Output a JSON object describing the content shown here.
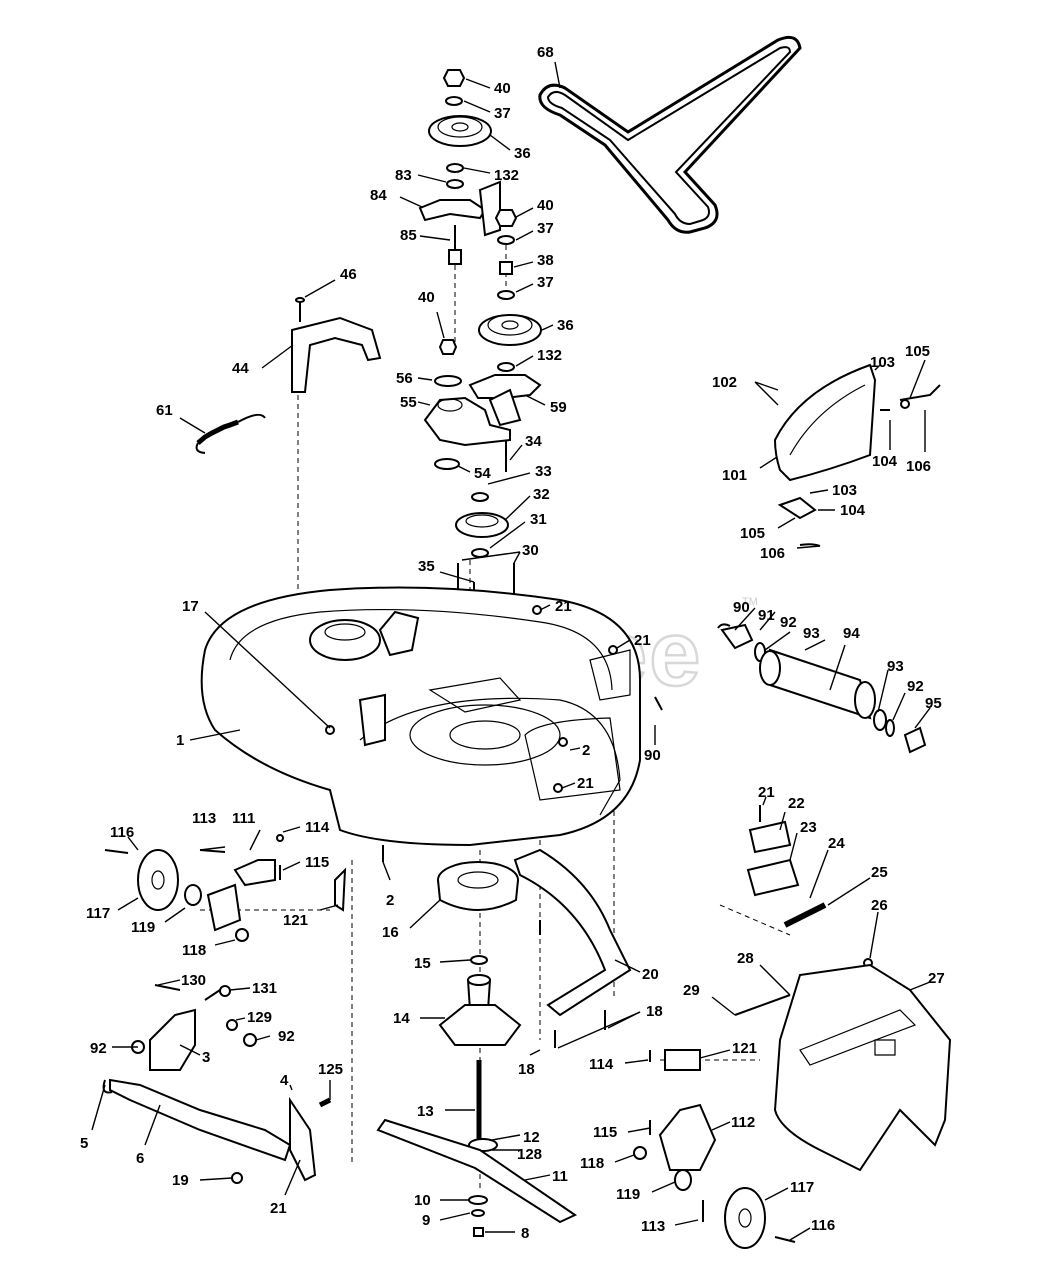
{
  "watermark": {
    "text": "PartsTree",
    "trademark": "TM"
  },
  "callouts": {
    "c40a": "40",
    "c37a": "37",
    "c36a": "36",
    "c132a": "132",
    "c83": "83",
    "c84": "84",
    "c85": "85",
    "c40b": "40",
    "c37b": "37",
    "c38": "38",
    "c37c": "37",
    "c36b": "36",
    "c132b": "132",
    "c68": "68",
    "c46": "46",
    "c44": "44",
    "c61": "61",
    "c40c": "40",
    "c56": "56",
    "c55": "55",
    "c59": "59",
    "c34": "34",
    "c54": "54",
    "c33": "33",
    "c32": "32",
    "c31": "31",
    "c30": "30",
    "c35": "35",
    "c102": "102",
    "c103a": "103",
    "c105a": "105",
    "c101": "101",
    "c104a": "104",
    "c106a": "106",
    "c103b": "103",
    "c104b": "104",
    "c105b": "105",
    "c106b": "106",
    "c17": "17",
    "c1": "1",
    "c21a": "21",
    "c21b": "21",
    "c2a": "2",
    "c21c": "21",
    "c90a": "90",
    "c91": "91",
    "c92a": "92",
    "c93a": "93",
    "c94": "94",
    "c93b": "93",
    "c92b": "92",
    "c95": "95",
    "c90b": "90",
    "c116a": "116",
    "c113a": "113",
    "c111": "111",
    "c114a": "114",
    "c115a": "115",
    "c117a": "117",
    "c119a": "119",
    "c121a": "121",
    "c118a": "118",
    "c2b": "2",
    "c16": "16",
    "c15": "15",
    "c14": "14",
    "c20": "20",
    "c18a": "18",
    "c18b": "18",
    "c21d": "21",
    "c22": "22",
    "c23": "23",
    "c24": "24",
    "c25": "25",
    "c26": "26",
    "c27": "27",
    "c28": "28",
    "c29": "29",
    "c130": "130",
    "c131": "131",
    "c129": "129",
    "c92c": "92",
    "c92d": "92",
    "c3": "3",
    "c4": "4",
    "c125": "125",
    "c5": "5",
    "c6": "6",
    "c19": "19",
    "c21e": "21",
    "c13": "13",
    "c12": "12",
    "c128": "128",
    "c11": "11",
    "c10": "10",
    "c9": "9",
    "c8": "8",
    "c114b": "114",
    "c121b": "121",
    "c115b": "115",
    "c112": "112",
    "c118b": "118",
    "c119b": "119",
    "c117b": "117",
    "c113b": "113",
    "c116b": "116"
  }
}
